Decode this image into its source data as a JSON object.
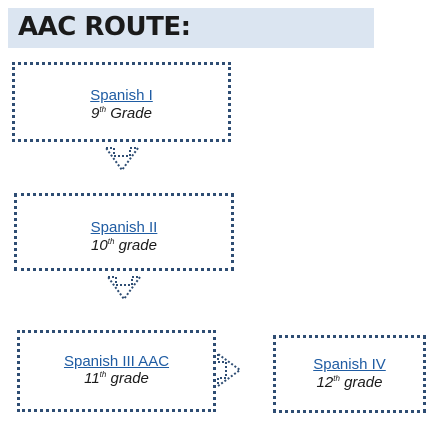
{
  "title": "AAC ROUTE:",
  "boxes": [
    {
      "course": "Spanish I",
      "grade_num": "9",
      "grade_suffix": "th",
      "grade_word": "Grade"
    },
    {
      "course": "Spanish II",
      "grade_num": "10",
      "grade_suffix": "th",
      "grade_word": "grade"
    },
    {
      "course": "Spanish III AAC",
      "grade_num": "11",
      "grade_suffix": "th",
      "grade_word": "grade"
    },
    {
      "course": "Spanish IV",
      "grade_num": "12",
      "grade_suffix": "th",
      "grade_word": "grade"
    }
  ],
  "colors": {
    "title_bg": "#dbe5f1",
    "border": "#2e4d73",
    "link": "#1f5ca3"
  }
}
